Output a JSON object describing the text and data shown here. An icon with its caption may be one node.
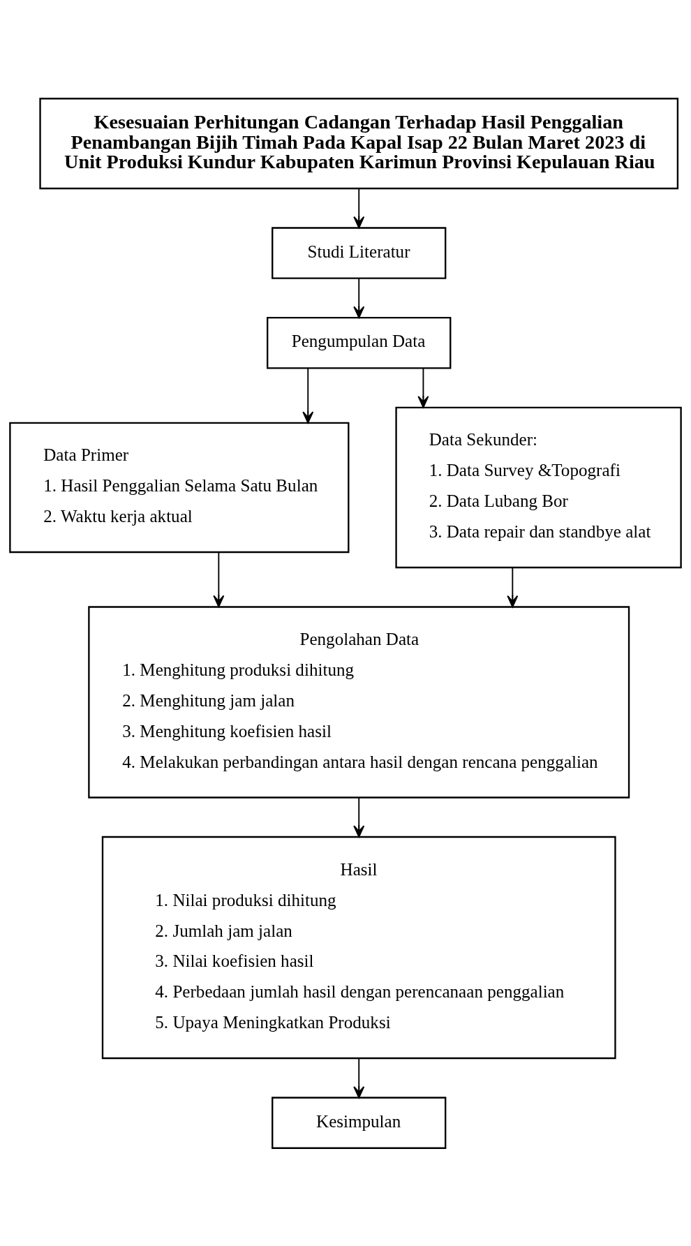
{
  "diagram": {
    "nodes": [
      {
        "text": [
          "Kesesuaian Perhitungan Cadangan Terhadap Hasil Penggalian Penambangan Bijih Timah Pada Kapal Isap 22 Bulan Maret 2023 di Unit Produksi Kundur Kabupaten Karimun Provinsi Kepulauan Riau"
        ]
      },
      {
        "text": [
          "Studi Literatur"
        ]
      },
      {
        "text": [
          "Pengumpulan Data"
        ]
      },
      {
        "text": [
          "Data Primer",
          "1. Hasil Penggalian Selama Satu Bulan",
          "2. Waktu kerja aktual"
        ]
      },
      {
        "text": [
          "Data Sekunder:",
          "1. Data Survey &Topografi",
          "2. Data Lubang Bor",
          "3. Data repair dan standbye alat"
        ]
      },
      {
        "text": [
          "Pengolahan Data",
          "1. Menghitung produksi dihitung",
          "2. Menghitung jam jalan",
          "3. Menghitung koefisien hasil",
          "4. Melakukan perbandingan antara hasil dengan rencana penggalian"
        ]
      },
      {
        "text": [
          "Hasil",
          "1. Nilai produksi dihitung",
          "2. Jumlah jam jalan",
          "3. Nilai koefisien hasil",
          "4. Perbedaan jumlah hasil dengan perencanaan penggalian",
          "5. Upaya Meningkatkan Produksi"
        ]
      },
      {
        "text": [
          "Kesimpulan"
        ]
      }
    ],
    "edges": [
      {
        "from": 0,
        "to": 1,
        "arrow": "to"
      },
      {
        "from": 1,
        "to": 2,
        "arrow": "to"
      },
      {
        "from": 2,
        "to": 3,
        "arrow": "to"
      },
      {
        "from": 2,
        "to": 4,
        "arrow": "to"
      },
      {
        "from": 3,
        "to": 5,
        "arrow": "to"
      },
      {
        "from": 4,
        "to": 5,
        "arrow": "to"
      },
      {
        "from": 5,
        "to": 6,
        "arrow": "to"
      },
      {
        "from": 6,
        "to": 7,
        "arrow": "to"
      }
    ]
  }
}
